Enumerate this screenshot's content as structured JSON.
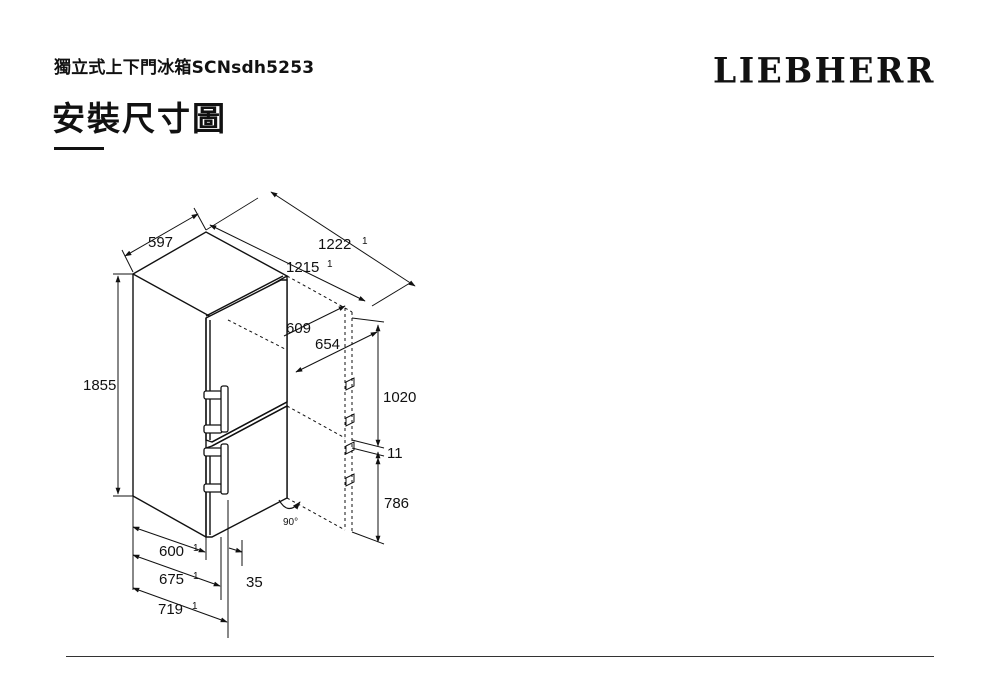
{
  "header": {
    "subtitle": "獨立式上下門冰箱SCNsdh5253",
    "title": "安裝尺寸圖",
    "brand": "LIEBHERR"
  },
  "dimensions": {
    "width_597": "597",
    "depth_1222": "1222",
    "depth_1215": "1215",
    "depth_609": "609",
    "depth_654": "654",
    "height_1855": "1855",
    "height_1020": "1020",
    "gap_11": "11",
    "height_786": "786",
    "front_600": "600",
    "front_675": "675",
    "front_719": "719",
    "front_35": "35",
    "angle_90": "90°",
    "footnote_mark": "1"
  }
}
